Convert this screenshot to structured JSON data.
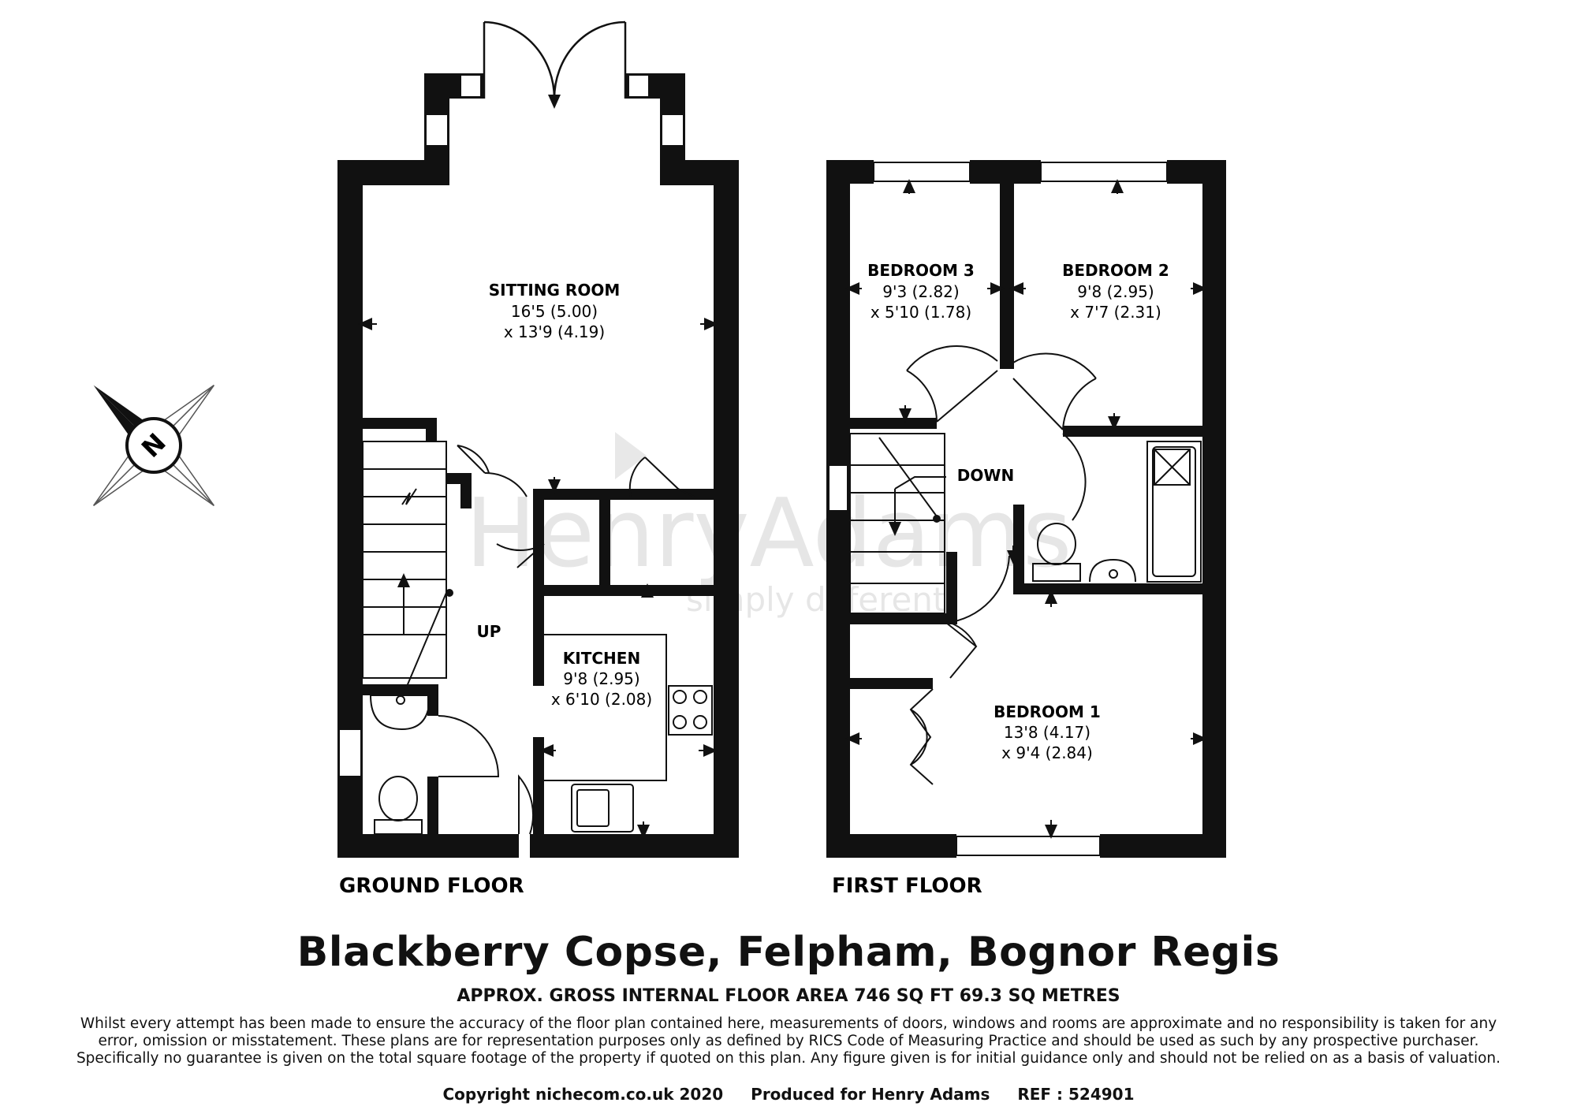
{
  "watermark": {
    "brand": "HenryAdams",
    "tagline": "simply different"
  },
  "compass": {
    "label": "N"
  },
  "floors": {
    "ground": {
      "label": "GROUND FLOOR",
      "stairs_label": "UP",
      "rooms": {
        "sitting_room": {
          "name": "SITTING ROOM",
          "dim1": "16'5 (5.00)",
          "dim2": "x 13'9 (4.19)"
        },
        "kitchen": {
          "name": "KITCHEN",
          "dim1": "9'8 (2.95)",
          "dim2": "x 6'10 (2.08)"
        }
      }
    },
    "first": {
      "label": "FIRST FLOOR",
      "stairs_label": "DOWN",
      "rooms": {
        "bedroom_3": {
          "name": "BEDROOM 3",
          "dim1": "9'3 (2.82)",
          "dim2": "x 5'10 (1.78)"
        },
        "bedroom_2": {
          "name": "BEDROOM 2",
          "dim1": "9'8 (2.95)",
          "dim2": "x 7'7 (2.31)"
        },
        "bedroom_1": {
          "name": "BEDROOM 1",
          "dim1": "13'8 (4.17)",
          "dim2": "x 9'4 (2.84)"
        }
      }
    }
  },
  "title": "Blackberry Copse, Felpham, Bognor Regis",
  "subtitle": "APPROX. GROSS INTERNAL FLOOR AREA 746 SQ FT 69.3 SQ METRES",
  "disclaimer": "Whilst every attempt has been made to ensure the accuracy of the floor plan contained here, measurements of doors, windows and rooms are approximate and no responsibility is taken for any error, omission or misstatement. These plans are for representation purposes only as defined by RICS Code of Measuring Practice and should be used as such by any prospective purchaser.  Specifically no guarantee is given on the total square footage of the property if quoted on this plan. Any figure given is for initial guidance only and should not be relied on as a basis of valuation.",
  "footer": {
    "copyright": "Copyright nichecom.co.uk 2020",
    "produced": "Produced for Henry Adams",
    "ref": "REF : 524901"
  }
}
